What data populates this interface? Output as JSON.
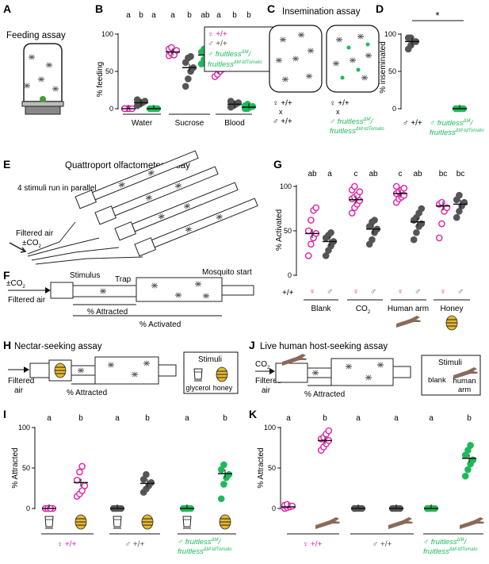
{
  "colors": {
    "female": "#e020a8",
    "male": "#555555",
    "mutant": "#1fb85a",
    "hand": "#8a6a5a",
    "honey": "#e8b830"
  },
  "panel_letters": [
    "A",
    "B",
    "C",
    "D",
    "E",
    "F",
    "G",
    "H",
    "I",
    "J",
    "K"
  ],
  "A": {
    "title": "Feeding assay"
  },
  "B": {
    "ylabel": "% feeding",
    "yticks": [
      "0",
      "50",
      "100"
    ],
    "letters": [
      "a",
      "b",
      "a",
      "a",
      "b",
      "ab",
      "a",
      "b",
      "b"
    ],
    "groups": [
      "Water",
      "Sucrose",
      "Blood"
    ],
    "legend": [
      {
        "sym": "♀",
        "text": "+/+"
      },
      {
        "sym": "♂",
        "text": "+/+"
      },
      {
        "sym": "♂",
        "text": "fruitless",
        "sup": "ΔM",
        "text2": "/"
      },
      {
        "text": "fruitless",
        "sup": "ΔM-tdTomato"
      }
    ]
  },
  "C": {
    "title": "Insemination assay",
    "left_line1": "♀ +/+",
    "x": "x",
    "left_line2": "♂ +/+",
    "right_line1": "♀ +/+",
    "right_line2": "♂ fruitless",
    "right_sup2": "ΔM",
    "right_slash": "/",
    "right_line3": "fruitless",
    "right_sup3": "ΔM-tdTomato"
  },
  "D": {
    "ylabel": "% inseminated",
    "yticks": [
      "0",
      "50",
      "100"
    ],
    "star": "*",
    "x1": "♂ +/+",
    "x2": "♂ fruitless",
    "x2sup": "ΔM",
    "x2slash": "/",
    "x3": "fruitless",
    "x3sup": "ΔM-tdTomato"
  },
  "E": {
    "title": "Quattroport olfactometer assay",
    "stim": "4 stimuli run in parallel",
    "air1": "Filtered air",
    "air2": "±CO",
    "air2sub": "2"
  },
  "F": {
    "co2": "±CO",
    "co2sub": "2",
    "air": "Filtered air",
    "stimulus": "Stimulus",
    "trap": "Trap",
    "start": "Mosquito start",
    "attracted": "% Attracted",
    "activated": "% Activated"
  },
  "G": {
    "ylabel": "% Activated",
    "yticks": [
      "0",
      "50",
      "100"
    ],
    "letters": [
      "ab",
      "a",
      "c",
      "ab",
      "c",
      "ab",
      "bc",
      "bc"
    ],
    "geno": "+/+",
    "sexes": [
      "♀",
      "♂",
      "♀",
      "♂",
      "♀",
      "♂",
      "♀",
      "♂"
    ],
    "groups": [
      "Blank",
      "CO",
      "Human arm",
      "Honey"
    ],
    "co2sub": "2"
  },
  "H": {
    "title": "Nectar-seeking assay",
    "air1": "Filtered",
    "air2": "air",
    "attracted": "% Attracted",
    "stimuli": "Stimuli",
    "s1": "glycerol",
    "s2": "honey"
  },
  "J": {
    "title": "Live human host-seeking assay",
    "co2": "CO",
    "co2sub": "2",
    "air1": "Filtered",
    "air2": "air",
    "attracted": "% Attracted",
    "stimuli": "Stimuli",
    "s1": "blank",
    "s2a": "human",
    "s2b": "arm"
  },
  "I": {
    "ylabel": "% Attracted",
    "yticks": [
      "0",
      "50",
      "100"
    ],
    "letters": [
      "a",
      "b",
      "a",
      "b",
      "a",
      "b"
    ],
    "g1": "♀ +/+",
    "g2": "♂ +/+",
    "g3a": "♂ fruitless",
    "g3sup": "ΔM",
    "g3slash": "/",
    "g3b": "fruitless",
    "g3bsup": "ΔM-tdTomato"
  },
  "K": {
    "ylabel": "% Attracted",
    "yticks": [
      "0",
      "50",
      "100"
    ],
    "letters": [
      "a",
      "b",
      "a",
      "a",
      "a",
      "b"
    ],
    "g1": "♀ +/+",
    "g2": "♂ +/+",
    "g3a": "♂ fruitless",
    "g3sup": "ΔM",
    "g3slash": "/",
    "g3b": "fruitless",
    "g3bsup": "ΔM-tdTomato"
  },
  "chart_data": [
    {
      "panel": "B",
      "type": "scatter",
      "ylim": [
        0,
        100
      ],
      "ylabel": "% feeding",
      "categories": [
        "Water",
        "Sucrose",
        "Blood"
      ],
      "series": [
        {
          "name": "♀ +/+",
          "means": [
            0,
            76,
            52
          ],
          "points": [
            [
              0,
              0,
              0,
              0,
              0
            ],
            [
              71,
              74,
              76,
              78,
              80,
              82,
              72
            ],
            [
              43,
              46,
              50,
              53,
              55,
              60
            ]
          ]
        },
        {
          "name": "♂ +/+",
          "means": [
            8,
            55,
            6
          ],
          "points": [
            [
              4,
              6,
              8,
              10,
              12
            ],
            [
              30,
              40,
              50,
              55,
              62,
              68,
              70
            ],
            [
              2,
              4,
              6,
              8,
              10
            ]
          ]
        },
        {
          "name": "♂ fruitlessΔM/fruitlessΔM-tdTomato",
          "means": [
            0,
            72,
            2
          ],
          "points": [
            [
              0,
              0,
              0,
              0,
              0
            ],
            [
              60,
              66,
              70,
              73,
              76,
              80,
              82
            ],
            [
              0,
              0,
              2,
              3,
              4,
              6
            ]
          ]
        }
      ]
    },
    {
      "panel": "D",
      "type": "scatter",
      "ylim": [
        0,
        100
      ],
      "ylabel": "% inseminated",
      "categories": [
        "♂ +/+",
        "♂ fruitlessΔM/fruitlessΔM-tdTomato"
      ],
      "series": [
        {
          "name": "inseminated",
          "means": [
            90,
            0
          ],
          "points": [
            [
              80,
              85,
              90,
              90,
              95,
              95
            ],
            [
              0,
              0,
              0,
              0,
              0,
              0
            ]
          ]
        }
      ]
    },
    {
      "panel": "G",
      "type": "scatter",
      "ylim": [
        0,
        100
      ],
      "ylabel": "% Activated",
      "categories": [
        "Blank ♀",
        "Blank ♂",
        "CO2 ♀",
        "CO2 ♂",
        "Human arm ♀",
        "Human arm ♂",
        "Honey ♀",
        "Honey ♂"
      ],
      "series": [
        {
          "name": "activated",
          "means": [
            47,
            38,
            85,
            52,
            92,
            60,
            78,
            80
          ],
          "points": [
            [
              22,
              35,
              42,
              47,
              50,
              62,
              73,
              76
            ],
            [
              22,
              28,
              33,
              38,
              42,
              45,
              48
            ],
            [
              70,
              76,
              80,
              84,
              86,
              88,
              90,
              94,
              96,
              100
            ],
            [
              35,
              40,
              48,
              52,
              55,
              60,
              62
            ],
            [
              82,
              86,
              88,
              90,
              92,
              94,
              96,
              98,
              100
            ],
            [
              40,
              48,
              55,
              58,
              62,
              65,
              70,
              75
            ],
            [
              42,
              58,
              72,
              76,
              80,
              82
            ],
            [
              65,
              72,
              78,
              82,
              85,
              90
            ]
          ]
        }
      ]
    },
    {
      "panel": "I",
      "type": "scatter",
      "ylim": [
        0,
        100
      ],
      "ylabel": "% Attracted",
      "categories": [
        "♀ +/+ glycerol",
        "♀ +/+ honey",
        "♂ +/+ glycerol",
        "♂ +/+ honey",
        "♂ fruitless glycerol",
        "♂ fruitless honey"
      ],
      "series": [
        {
          "name": "attracted",
          "means": [
            0,
            32,
            0,
            31,
            0,
            43
          ],
          "points": [
            [
              0,
              0,
              0,
              0,
              0,
              0,
              0
            ],
            [
              15,
              18,
              22,
              28,
              35,
              45,
              52
            ],
            [
              0,
              0,
              0,
              0,
              0,
              0
            ],
            [
              20,
              24,
              28,
              32,
              36,
              42
            ],
            [
              0,
              0,
              0,
              0,
              0,
              0
            ],
            [
              12,
              30,
              38,
              42,
              48,
              54
            ]
          ]
        }
      ]
    },
    {
      "panel": "K",
      "type": "scatter",
      "ylim": [
        0,
        100
      ],
      "ylabel": "% Attracted",
      "categories": [
        "♀ +/+ blank",
        "♀ +/+ human arm",
        "♂ +/+ blank",
        "♂ +/+ human arm",
        "♂ fruitless blank",
        "♂ fruitless human arm"
      ],
      "series": [
        {
          "name": "attracted",
          "means": [
            2,
            84,
            0,
            0,
            0,
            62
          ],
          "points": [
            [
              0,
              1,
              2,
              3,
              4,
              5
            ],
            [
              72,
              76,
              80,
              84,
              86,
              88,
              92,
              96
            ],
            [
              0,
              0,
              0,
              0,
              0
            ],
            [
              0,
              0,
              0,
              0,
              0
            ],
            [
              0,
              0,
              0,
              0,
              0
            ],
            [
              40,
              48,
              55,
              60,
              66,
              72,
              78
            ]
          ]
        }
      ]
    }
  ]
}
